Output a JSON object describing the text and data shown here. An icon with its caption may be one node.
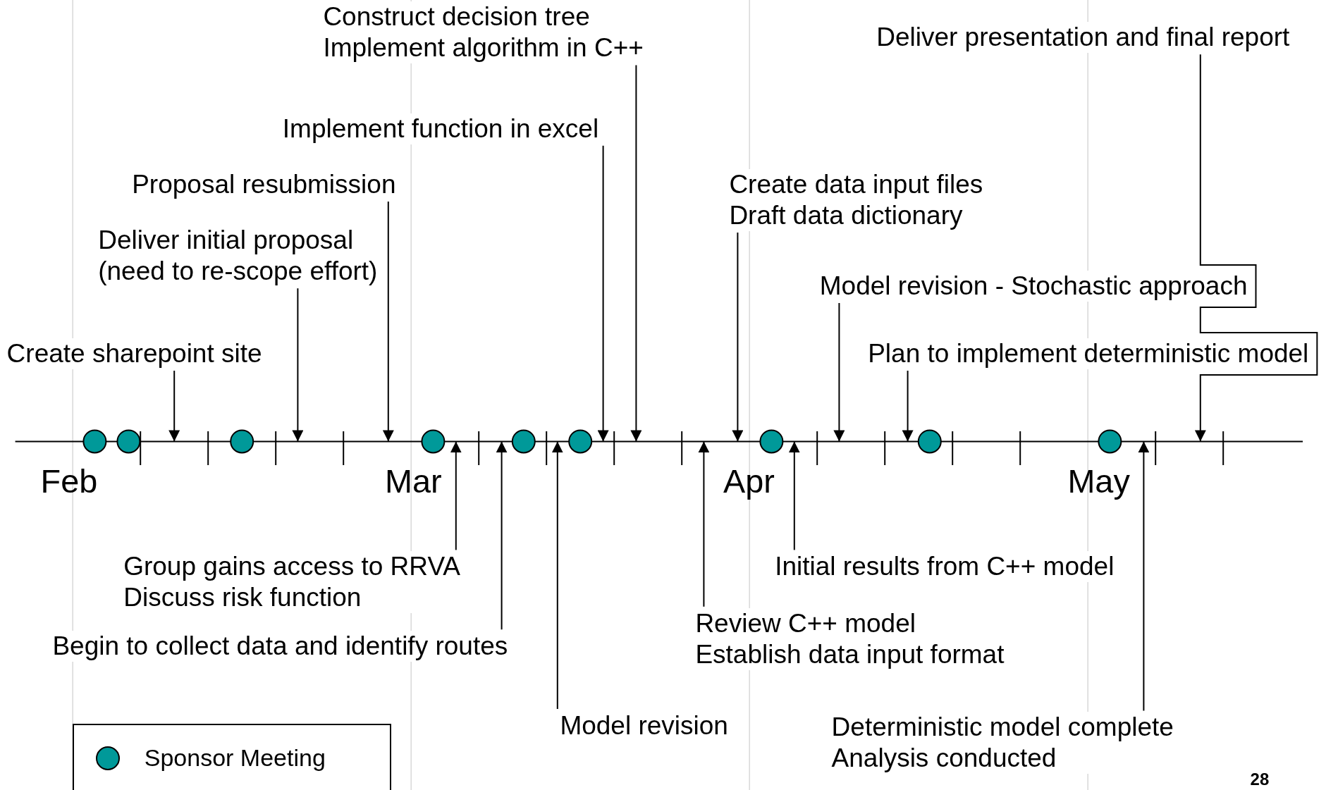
{
  "diagram": {
    "nodes": [
      {
        "text": [
          "Create sharepoint site"
        ]
      },
      {
        "text": [
          "Deliver initial proposal",
          "(need to re-scope effort)"
        ]
      },
      {
        "text": [
          "Proposal resubmission"
        ]
      },
      {
        "text": [
          "Implement function in excel"
        ]
      },
      {
        "text": [
          "Construct decision tree",
          "Implement algorithm in C++"
        ]
      },
      {
        "text": [
          "Create data input files",
          "Draft data dictionary"
        ]
      },
      {
        "text": [
          "Model revision - Stochastic approach"
        ]
      },
      {
        "text": [
          "Plan to implement deterministic model"
        ]
      },
      {
        "text": [
          "Deliver presentation and final report"
        ]
      },
      {
        "text": [
          "Group gains access to RRVA",
          "Discuss risk function"
        ]
      },
      {
        "text": [
          "Begin to collect data and identify routes"
        ]
      },
      {
        "text": [
          "Model revision"
        ]
      },
      {
        "text": [
          "Review C++ model",
          "Establish data input format"
        ]
      },
      {
        "text": [
          "Initial results from C++ model"
        ]
      },
      {
        "text": [
          "Deterministic model complete",
          "Analysis conducted"
        ]
      },
      {
        "text": [],
        "shape": "bar"
      },
      {
        "text": [],
        "shape": "circle",
        "in": 15
      },
      {
        "text": [],
        "shape": "circle",
        "in": 15
      },
      {
        "text": [],
        "shape": "circle",
        "in": 15
      },
      {
        "text": [],
        "shape": "circle",
        "in": 15
      },
      {
        "text": [],
        "shape": "circle",
        "in": 15
      },
      {
        "text": [],
        "shape": "circle",
        "in": 15
      },
      {
        "text": [],
        "shape": "circle",
        "in": 15
      },
      {
        "text": [],
        "shape": "circle",
        "in": 15
      },
      {
        "text": [],
        "shape": "circle",
        "in": 15
      }
    ],
    "edges": [
      {
        "from": 0,
        "to": 15,
        "arrow": "to"
      },
      {
        "from": 1,
        "to": 15,
        "arrow": "to"
      },
      {
        "from": 2,
        "to": 15,
        "arrow": "to"
      },
      {
        "from": 3,
        "to": 15,
        "arrow": "to"
      },
      {
        "from": 4,
        "to": 15,
        "arrow": "to"
      },
      {
        "from": 5,
        "to": 15,
        "arrow": "to"
      },
      {
        "from": 6,
        "to": 15,
        "arrow": "to"
      },
      {
        "from": 7,
        "to": 15,
        "arrow": "to"
      },
      {
        "from": 8,
        "to": 15,
        "arrow": "to"
      },
      {
        "from": 9,
        "to": 15,
        "arrow": "to"
      },
      {
        "from": 10,
        "to": 15,
        "arrow": "to"
      },
      {
        "from": 11,
        "to": 15,
        "arrow": "to"
      },
      {
        "from": 12,
        "to": 15,
        "arrow": "to"
      },
      {
        "from": 13,
        "to": 15,
        "arrow": "to"
      },
      {
        "from": 14,
        "to": 15,
        "arrow": "to"
      }
    ],
    "labels": [
      "Feb",
      "Mar",
      "Apr",
      "May",
      "28"
    ],
    "legend": [
      {
        "text": "Sponsor Meeting",
        "color": "#009999"
      }
    ]
  }
}
